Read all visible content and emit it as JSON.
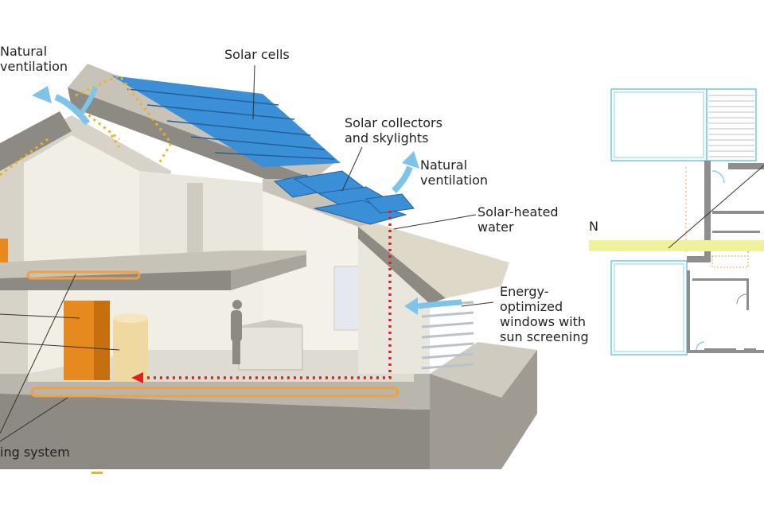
{
  "labels": {
    "natural_ventilation_left_line1": "Natural",
    "natural_ventilation_left_line2": "ventilation",
    "solar_cells": "Solar cells",
    "solar_collectors_line1": "Solar collectors",
    "solar_collectors_line2": "and skylights",
    "natural_ventilation_right_line1": "Natural",
    "natural_ventilation_right_line2": "ventilation",
    "solar_heated_line1": "Solar-heated",
    "solar_heated_line2": "water",
    "energy_windows_line1": "Energy-",
    "energy_windows_line2": "optimized",
    "energy_windows_line3": "windows with",
    "energy_windows_line4": "sun screening",
    "heating_system": "ing system",
    "compass_n": "N"
  },
  "colors": {
    "wall_light": "#f1eee6",
    "wall_mid": "#d7d3c9",
    "wall_dark": "#8d8a83",
    "floor": "#b9b6ad",
    "roof_beige": "#ddd8c8",
    "solar_blue": "#3a8fd6",
    "solar_blue_dark": "#245f9b",
    "tank_orange": "#e68a1f",
    "tank_cream": "#efd9a0",
    "pipe_orange": "#f0a040",
    "dotted_red": "#e02020",
    "dotted_yellow": "#f2b21b",
    "air_blue": "#7ec3ea",
    "plan_blue": "#6fc7ec",
    "plan_yellow": "#eef29a",
    "plan_wall": "#8e8e8e"
  }
}
